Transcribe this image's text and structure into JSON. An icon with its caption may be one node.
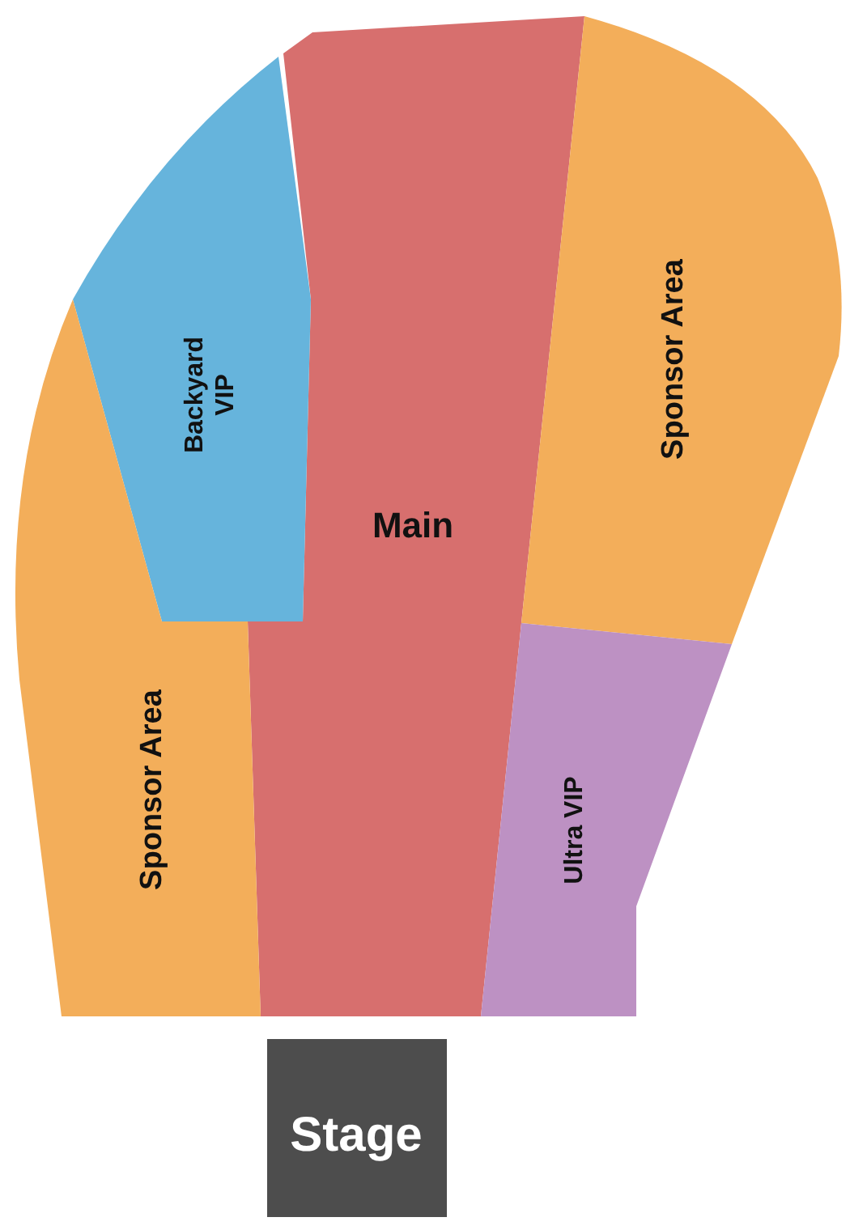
{
  "diagram": {
    "nodes": [
      {
        "text": [
          "Main"
        ]
      },
      {
        "text": [
          "Sponsor Area"
        ]
      },
      {
        "text": [
          "Backyard VIP"
        ]
      },
      {
        "text": [
          "Sponsor Area"
        ]
      },
      {
        "text": [
          "Ultra VIP"
        ]
      },
      {
        "text": [
          "Stage"
        ]
      }
    ],
    "edges": []
  }
}
